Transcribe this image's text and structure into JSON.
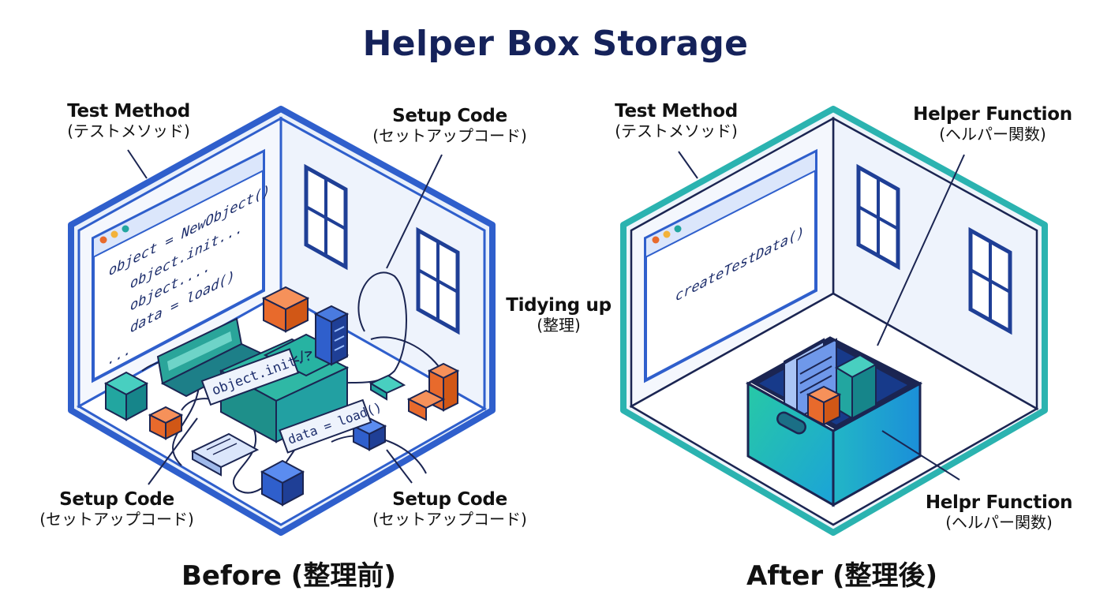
{
  "title": "Helper Box Storage",
  "before": {
    "caption": "Before (整理前)",
    "test_method": {
      "en": "Test Method",
      "jp": "(テストメソッド)"
    },
    "setup_top": {
      "en": "Setup Code",
      "jp": "(セットアップコード)"
    },
    "setup_left": {
      "en": "Setup Code",
      "jp": "(セットアップコード)"
    },
    "setup_right": {
      "en": "Setup Code",
      "jp": "(セットアップコード)"
    },
    "code_lines": [
      "object = NewObject()",
      "object.init...",
      "object....",
      "data = load()",
      "..."
    ],
    "floating_1": "object.init...",
    "floating_2": "data = load()",
    "chip": "</>"
  },
  "middle": {
    "en": "Tidying up",
    "jp": "(整理)"
  },
  "after": {
    "caption": "After (整理後)",
    "test_method": {
      "en": "Test Method",
      "jp": "(テストメソッド)"
    },
    "helper_top": {
      "en": "Helper Function",
      "jp": "(ヘルパー関数)"
    },
    "helper_bottom": {
      "en": "Helpr  Function",
      "jp": "(ヘルパー関数)"
    },
    "code_line": "createTestData()"
  },
  "colors": {
    "title": "#15225a",
    "before_frame": "#2f5fcc",
    "after_frame": "#2bb3b0",
    "accent_orange": "#e86a2c",
    "teal": "#22a6a0"
  }
}
